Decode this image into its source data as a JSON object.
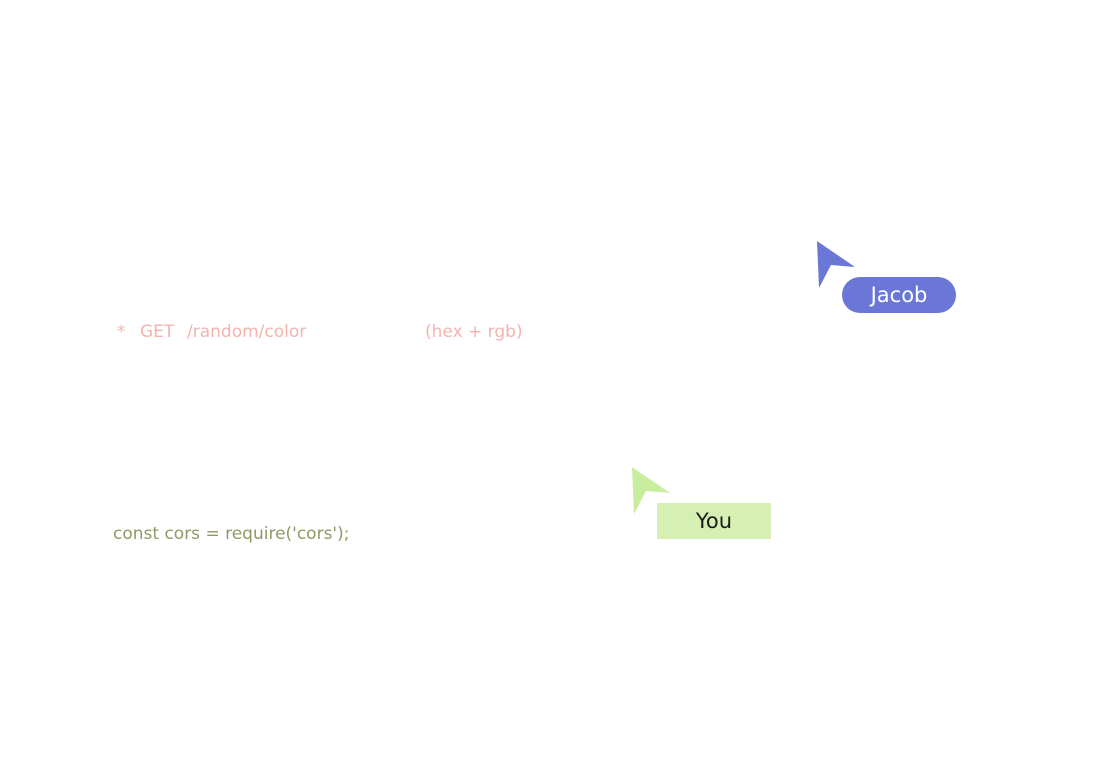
{
  "editor": {
    "comment_line": {
      "star": "*",
      "method": "GET",
      "path": "/random/color",
      "note": "(hex + rgb)"
    },
    "code_line": "const cors = require('cors');"
  },
  "collaborators": [
    {
      "name": "Jacob",
      "color": "#6b77d6",
      "icon": "cursor-arrow-icon"
    },
    {
      "name": "You",
      "color": "#c8ed9c",
      "icon": "cursor-arrow-icon"
    }
  ]
}
